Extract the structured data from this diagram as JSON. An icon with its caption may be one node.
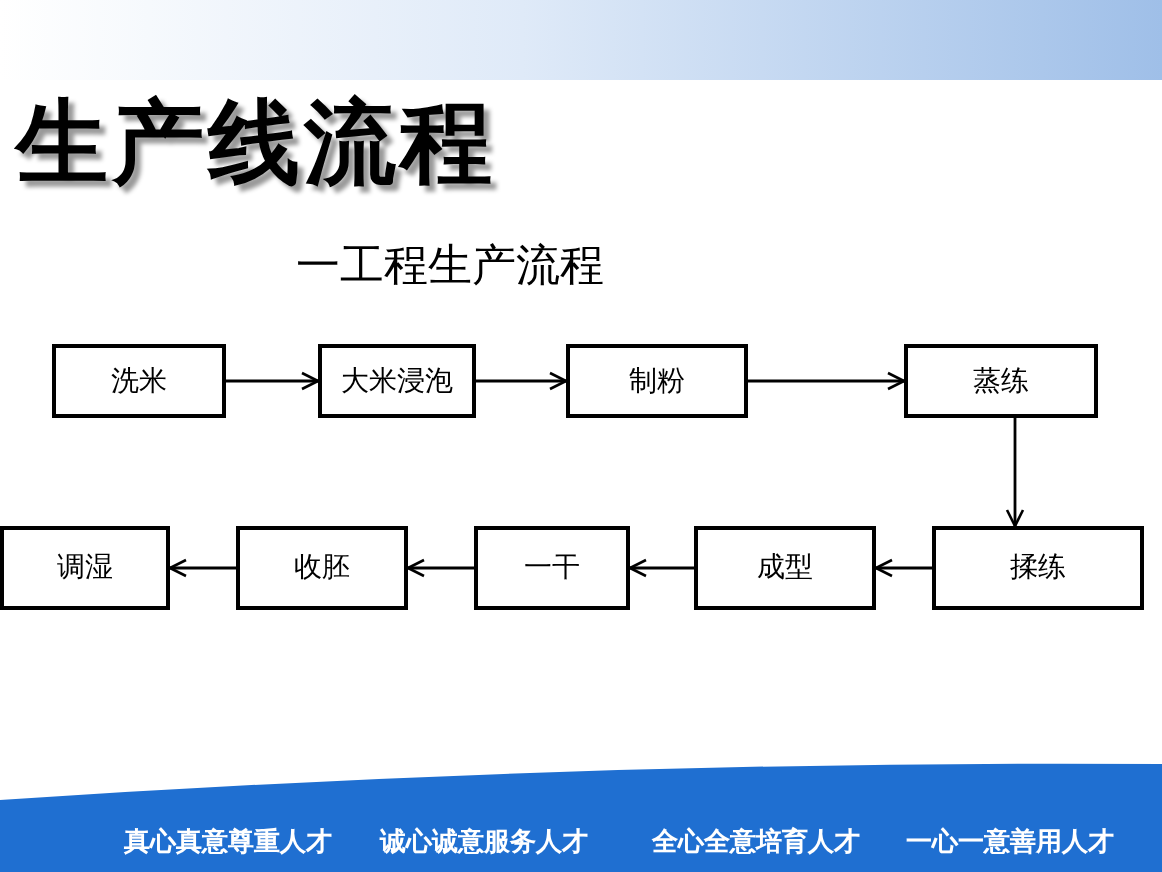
{
  "diagram": {
    "title": "生产线流程",
    "nodes": [
      {
        "text": [
          "洗米"
        ]
      },
      {
        "text": [
          "大米浸泡"
        ]
      },
      {
        "text": [
          "制粉"
        ]
      },
      {
        "text": [
          "蒸练"
        ]
      },
      {
        "text": [
          "揉练"
        ]
      },
      {
        "text": [
          "成型"
        ]
      },
      {
        "text": [
          "一干"
        ]
      },
      {
        "text": [
          "收胚"
        ]
      },
      {
        "text": [
          "调湿"
        ]
      }
    ],
    "edges": [
      {
        "from": 0,
        "to": 1,
        "arrow": "to"
      },
      {
        "from": 1,
        "to": 2,
        "arrow": "to"
      },
      {
        "from": 2,
        "to": 3,
        "arrow": "to"
      },
      {
        "from": 3,
        "to": 4,
        "arrow": "to"
      },
      {
        "from": 4,
        "to": 5,
        "arrow": "to"
      },
      {
        "from": 5,
        "to": 6,
        "arrow": "to"
      },
      {
        "from": 6,
        "to": 7,
        "arrow": "to"
      },
      {
        "from": 7,
        "to": 8,
        "arrow": "to"
      }
    ],
    "labels": [
      "一工程生产流程",
      "真心真意尊重人才",
      "诚心诚意服务人才",
      "全心全意培育人才",
      "一心一意善用人才"
    ]
  }
}
